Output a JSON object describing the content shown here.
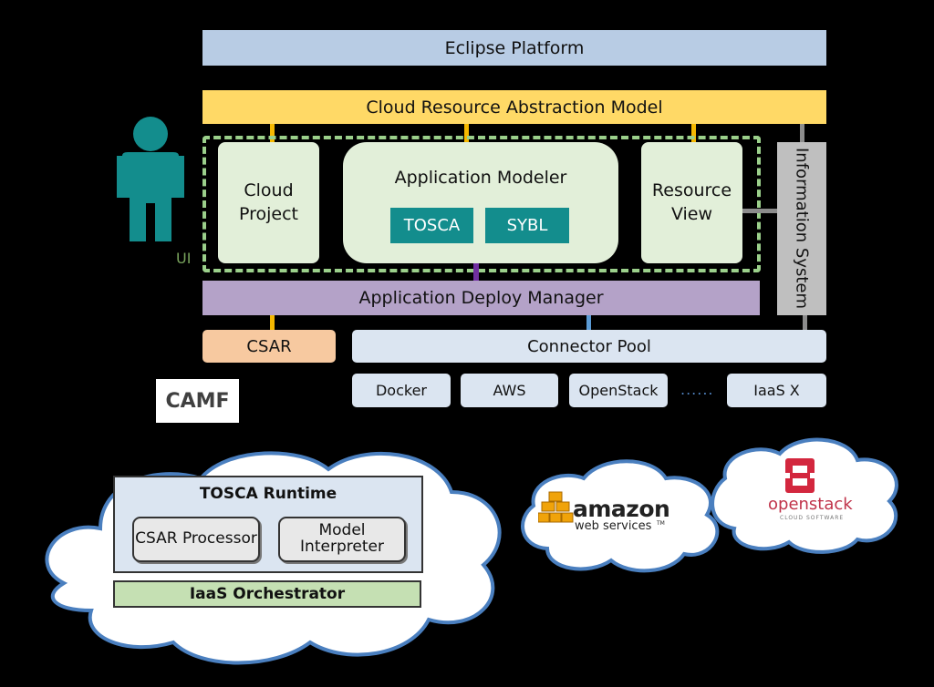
{
  "eclipse_platform": "Eclipse Platform",
  "cloud_resource_abstraction_model": "Cloud Resource Abstraction Model",
  "ui_label": "UI",
  "cloud_project": "Cloud Project",
  "application_modeler": {
    "title": "Application Modeler",
    "tosca": "TOSCA",
    "sybl": "SYBL"
  },
  "resource_view": "Resource View",
  "information_system": "Information System",
  "application_deploy_manager": "Application Deploy Manager",
  "csar": "CSAR",
  "connector_pool": "Connector Pool",
  "connectors": [
    "Docker",
    "AWS",
    "OpenStack",
    "IaaS X"
  ],
  "ellipsis": "......",
  "camf": "CAMF",
  "tosca_runtime": {
    "title": "TOSCA Runtime",
    "csar_processor": "CSAR Processor",
    "model_interpreter": "Model Interpreter",
    "iaas_orchestrator": "IaaS Orchestrator"
  },
  "amazon_logo": {
    "word": "amazon",
    "sub": "web services",
    "tm": "TM"
  },
  "openstack_logo": {
    "word": "openstack",
    "sub": "CLOUD SOFTWARE"
  },
  "colors": {
    "eclipse": "#b8cce4",
    "abstraction_model": "#ffd966",
    "ui_dash": "#9bd08b",
    "component_bg": "#e2efd9",
    "teal": "#138d8d",
    "deploy_manager": "#b4a2c8",
    "csar": "#f7c9a0",
    "connector": "#dbe5f1",
    "info_system": "#bfbfbf",
    "orchestrator": "#c5e0b3",
    "cloud_border": "#4a7fbf"
  },
  "icons": [
    "user-icon",
    "cloud-shape",
    "aws-logo",
    "openstack-logo"
  ]
}
